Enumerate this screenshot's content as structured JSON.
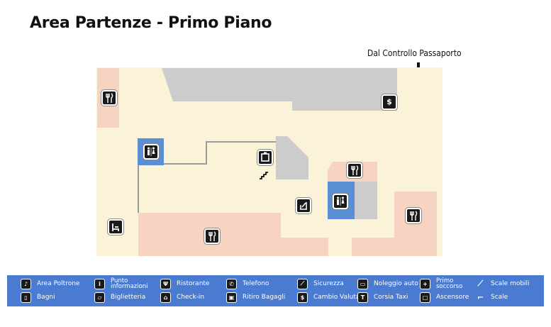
{
  "title": "Area Partenze - Primo Piano",
  "passport_label": "Dal Controllo Passaporto",
  "colors": {
    "floor": "#fbf3d8",
    "shops": "#f7d3c2",
    "restricted": "#cccccc",
    "toilets": "#5b8fd4",
    "legend_bg": "#4a7bd1"
  },
  "legend": {
    "items": [
      {
        "icon": "chair-icon",
        "label": "Area Poltrone"
      },
      {
        "icon": "toilets-icon",
        "label": "Bagni"
      },
      {
        "icon": "info-icon",
        "label": "Punto informazioni"
      },
      {
        "icon": "ticket-icon",
        "label": "Biglietteria"
      },
      {
        "icon": "restaurant-icon",
        "label": "Ristorante"
      },
      {
        "icon": "checkin-icon",
        "label": "Check-in"
      },
      {
        "icon": "phone-icon",
        "label": "Telefono"
      },
      {
        "icon": "baggage-icon",
        "label": "Ritiro Bagagli"
      },
      {
        "icon": "security-icon",
        "label": "Sicurezza"
      },
      {
        "icon": "currency-icon",
        "label": "Cambio Valuta"
      },
      {
        "icon": "car-rental-icon",
        "label": "Noleggio auto"
      },
      {
        "icon": "taxi-icon",
        "label": "Corsia Taxi"
      },
      {
        "icon": "first-aid-icon",
        "label": "Primo soccorso"
      },
      {
        "icon": "elevator-icon",
        "label": "Ascensore"
      },
      {
        "icon": "escalator-icon",
        "label": "Scale mobili"
      },
      {
        "icon": "stairs-icon",
        "label": "Scale"
      }
    ]
  }
}
